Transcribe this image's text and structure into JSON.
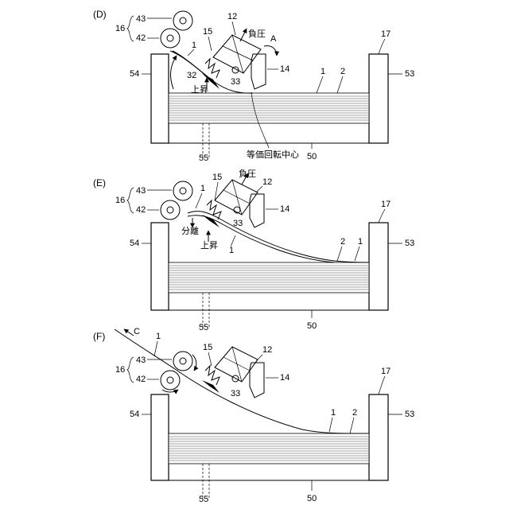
{
  "panels": [
    {
      "id": "D",
      "panel_label": "(D)",
      "labels": {
        "sheet": "1",
        "stack": "2",
        "stack_sheet": "1",
        "head": "12",
        "arm": "14",
        "pad": "15",
        "roller_group": "16",
        "roller_top": "43",
        "roller_bottom": "42",
        "post_top": "17",
        "left_wall": "54",
        "right_wall": "53",
        "tray": "50",
        "centerline": "55",
        "pivot": "33",
        "pad_tip": "32",
        "press": "負圧",
        "rotate": "A",
        "lift": "上昇",
        "center": "等価回転中心"
      }
    },
    {
      "id": "E",
      "panel_label": "(E)",
      "labels": {
        "sheet": "1",
        "sheet_lower": "1",
        "stack": "2",
        "stack_sheet": "1",
        "head": "12",
        "arm": "14",
        "pad": "15",
        "roller_group": "16",
        "roller_top": "43",
        "roller_bottom": "42",
        "post_top": "17",
        "left_wall": "54",
        "right_wall": "53",
        "tray": "50",
        "centerline": "55",
        "pivot": "33",
        "press": "負圧",
        "separate": "分離",
        "lift": "上昇"
      }
    },
    {
      "id": "F",
      "panel_label": "(F)",
      "labels": {
        "sheet": "1",
        "stack": "2",
        "stack_sheet": "1",
        "head": "12",
        "arm": "14",
        "pad": "15",
        "roller_group": "16",
        "roller_top": "43",
        "roller_bottom": "42",
        "post_top": "17",
        "left_wall": "54",
        "right_wall": "53",
        "tray": "50",
        "centerline": "55",
        "pivot": "33",
        "feed": "C"
      }
    }
  ]
}
